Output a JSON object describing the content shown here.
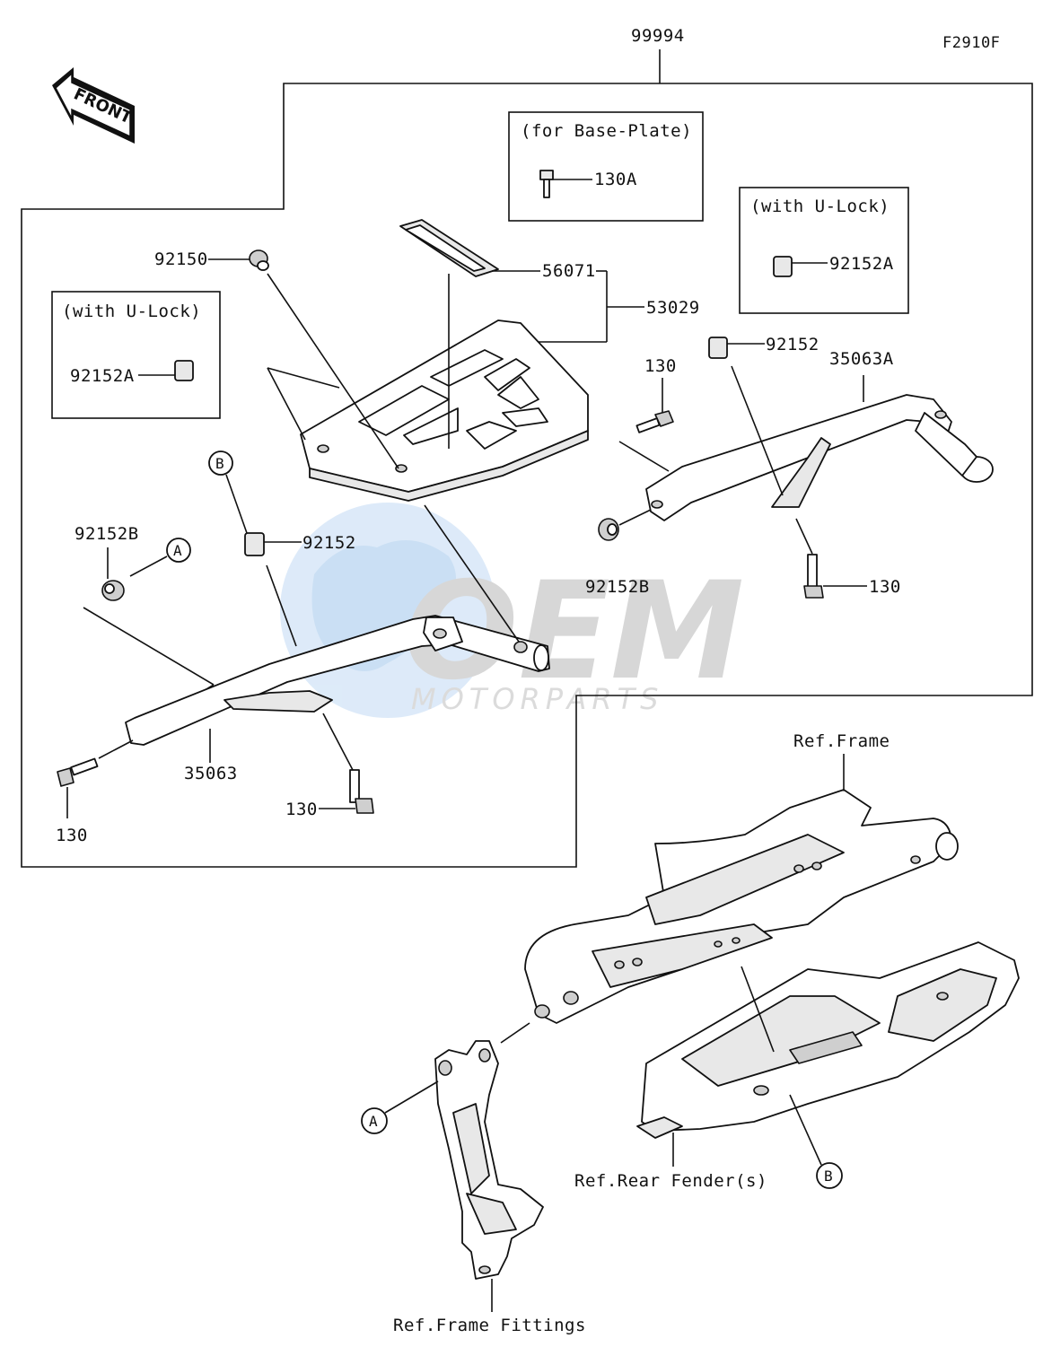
{
  "diagram": {
    "code": "F2910F",
    "assembly_number": "99994",
    "front_arrow": "FRONT",
    "boxes": {
      "base_plate": {
        "title": "(for Base-Plate)",
        "part": "130A"
      },
      "ulock_right": {
        "title": "(with U-Lock)",
        "part": "92152A"
      },
      "ulock_left": {
        "title": "(with U-Lock)",
        "part": "92152A"
      }
    },
    "labels": {
      "p92150": "92150",
      "p56071": "56071",
      "p53029": "53029",
      "p130_upper": "130",
      "p92152_right": "92152",
      "p35063A": "35063A",
      "p92152B_right": "92152B",
      "p130_right": "130",
      "callout_B_top": "B",
      "p92152_left": "92152",
      "p92152B_left": "92152B",
      "callout_A_top": "A",
      "p35063": "35063",
      "p130_left": "130",
      "p130_bottom": "130",
      "ref_frame": "Ref.Frame",
      "callout_A_bottom": "A",
      "ref_rear_fender": "Ref.Rear Fender(s)",
      "callout_B_bottom": "B",
      "ref_frame_fittings": "Ref.Frame Fittings"
    },
    "watermark": {
      "brand": "OEM",
      "sub": "MOTORPARTS"
    }
  }
}
